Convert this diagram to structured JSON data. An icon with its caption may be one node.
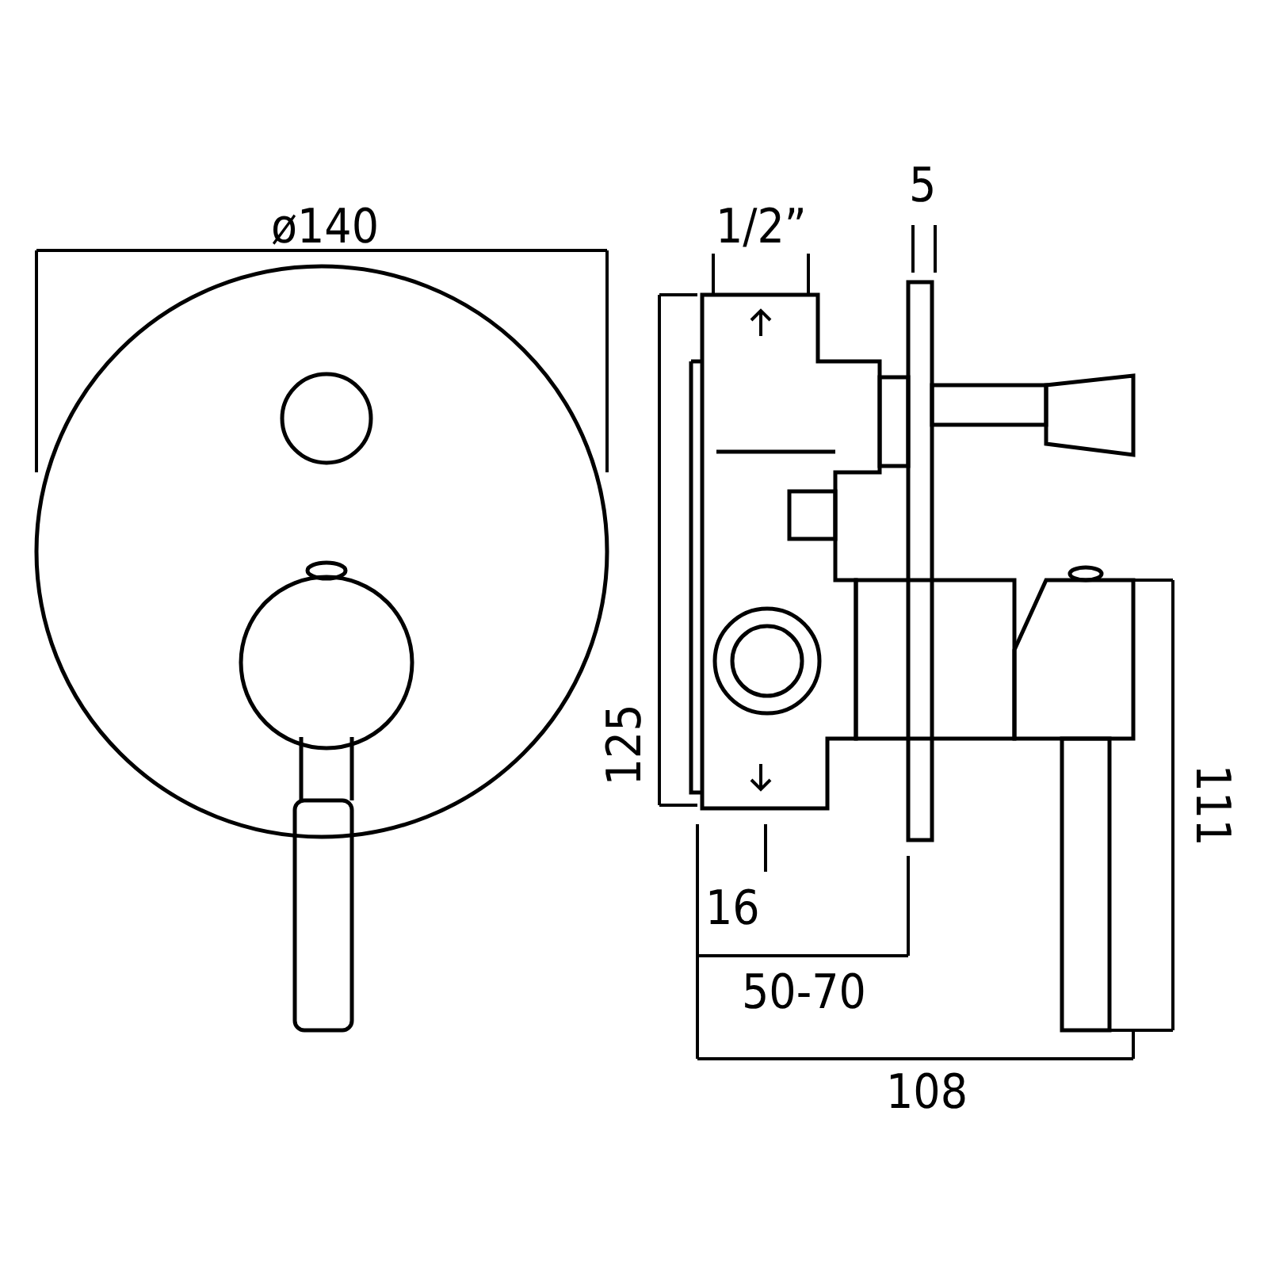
{
  "diagram": {
    "labels": [
      "ø140",
      "1/2”",
      "5",
      "125",
      "16",
      "50-70",
      "108",
      "111"
    ]
  }
}
